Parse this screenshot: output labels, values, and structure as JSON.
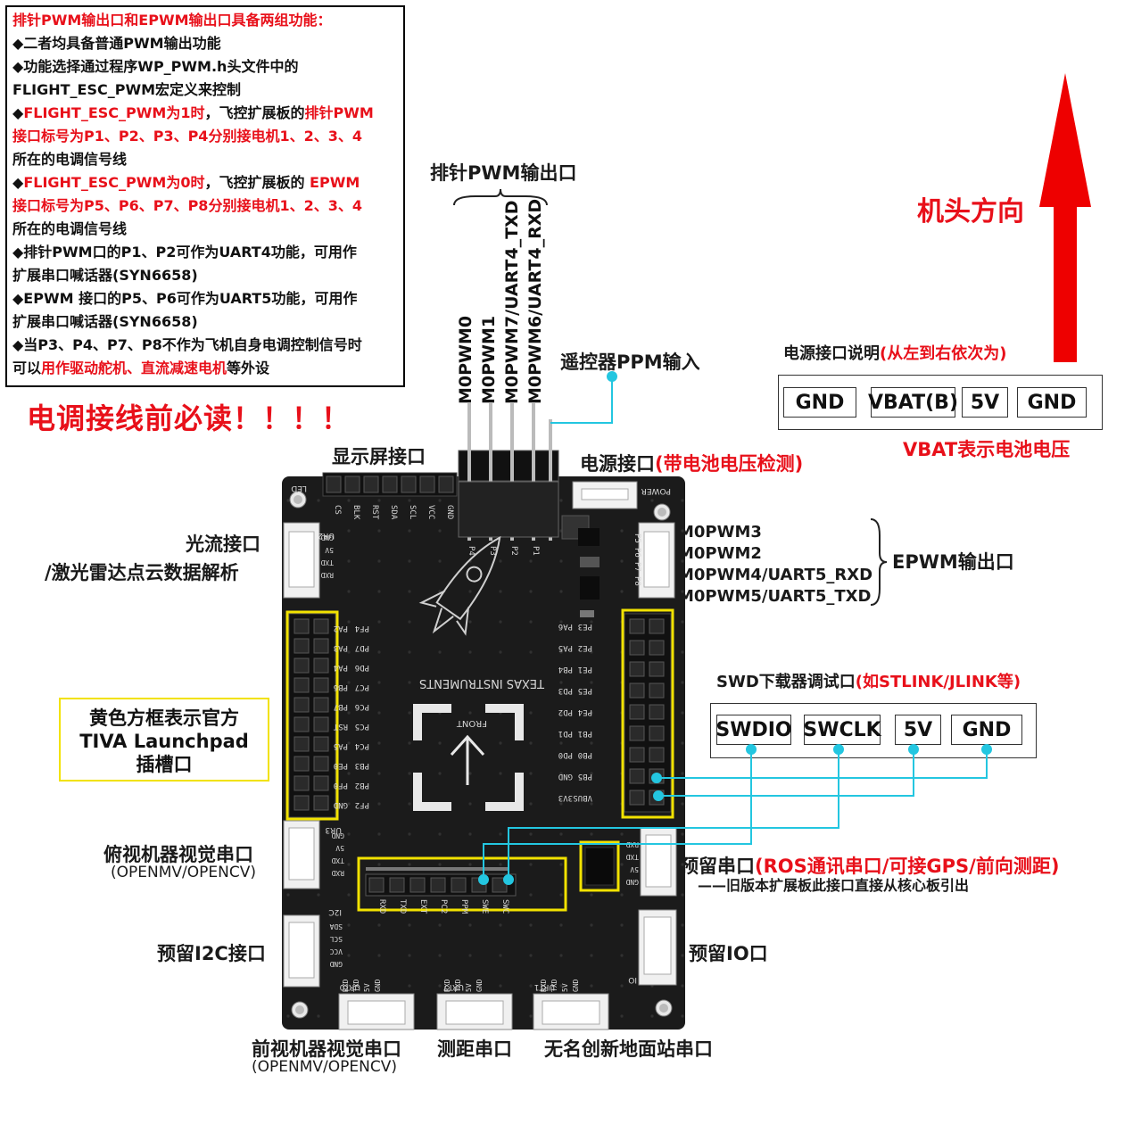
{
  "note": {
    "title": "排针PWM输出口和EPWM输出口具备两组功能：",
    "lines": [
      {
        "segs": [
          {
            "t": "◆二者均具备普通PWM输出功能",
            "r": false
          }
        ]
      },
      {
        "segs": [
          {
            "t": "◆功能选择通过程序WP_PWM.h头文件中的",
            "r": false
          }
        ]
      },
      {
        "segs": [
          {
            "t": "FLIGHT_ESC_PWM宏定义来控制",
            "r": false
          }
        ]
      },
      {
        "segs": [
          {
            "t": "◆",
            "r": false
          },
          {
            "t": "FLIGHT_ESC_PWM为1时",
            "r": true
          },
          {
            "t": "，飞控扩展板的",
            "r": false
          },
          {
            "t": "排针PWM",
            "r": true
          }
        ]
      },
      {
        "segs": [
          {
            "t": "接口标号为P1、P2、P3、P4分别接电机1、2、3、4",
            "r": true
          }
        ]
      },
      {
        "segs": [
          {
            "t": "所在的电调信号线",
            "r": false
          }
        ]
      },
      {
        "segs": [
          {
            "t": "◆",
            "r": false
          },
          {
            "t": "FLIGHT_ESC_PWM为0时",
            "r": true
          },
          {
            "t": "，飞控扩展板的 ",
            "r": false
          },
          {
            "t": "EPWM",
            "r": true
          }
        ]
      },
      {
        "segs": [
          {
            "t": "接口标号为P5、P6、P7、P8分别接电机1、2、3、4",
            "r": true
          }
        ]
      },
      {
        "segs": [
          {
            "t": "所在的电调信号线",
            "r": false
          }
        ]
      },
      {
        "segs": [
          {
            "t": "◆排针PWM口的P1、P2可作为UART4功能，可用作",
            "r": false
          }
        ]
      },
      {
        "segs": [
          {
            "t": "扩展串口喊话器(SYN6658)",
            "r": false
          }
        ]
      },
      {
        "segs": [
          {
            "t": "◆EPWM  接口的P5、P6可作为UART5功能，可用作",
            "r": false
          }
        ]
      },
      {
        "segs": [
          {
            "t": "扩展串口喊话器(SYN6658)",
            "r": false
          }
        ]
      },
      {
        "segs": [
          {
            "t": "◆当P3、P4、P7、P8不作为飞机自身电调控制信号时",
            "r": false
          }
        ]
      },
      {
        "segs": [
          {
            "t": "可以",
            "r": false
          },
          {
            "t": "用作驱动舵机、直流减速电机",
            "r": true
          },
          {
            "t": "等外设",
            "r": false
          }
        ]
      }
    ]
  },
  "warning": "电调接线前必读！！！！",
  "pin_header_title": "排针PWM输出口",
  "pin_header_labels": [
    "M0PWM0",
    "M0PWM1",
    "M0PWM7/UART4_TXD",
    "M0PWM6/UART4_RXD"
  ],
  "ppm_label": "遥控器PPM输入",
  "heading_label": "机头方向",
  "power_desc": {
    "title": "电源接口说明",
    "title_red": "(从左到右依次为)",
    "pins": [
      "GND",
      "VBAT(B)",
      "5V",
      "GND"
    ],
    "vbat_note": "VBAT表示电池电压"
  },
  "display_label": "显示屏接口",
  "power_label": "电源接口",
  "power_label_red": "(带电池电压检测)",
  "optical_flow": [
    "光流接口",
    "/激光雷达点云数据解析"
  ],
  "epwm_lines": [
    "M0PWM3",
    "M0PWM2",
    "M0PWM4/UART5_RXD",
    "M0PWM5/UART5_TXD"
  ],
  "epwm_title": "EPWM输出口",
  "swd": {
    "title": "SWD下载器调试口",
    "title_red": "(如STLINK/JLINK等)",
    "pins": [
      "SWDIO",
      "SWCLK",
      "5V",
      "GND"
    ]
  },
  "yellow_note": [
    "黄色方框表示官方",
    "TIVA Launchpad",
    "插槽口"
  ],
  "top_view_uart": [
    "俯视机器视觉串口",
    "(OPENMV/OPENCV)"
  ],
  "reserved_uart": {
    "a": "预留串口",
    "b": "(ROS通讯串口/可接GPS/前向测距)",
    "c": "——旧版本扩展板此接口直接从核心板引出"
  },
  "reserved_i2c": "预留I2C接口",
  "reserved_io": "预留IO口",
  "front_view_uart": [
    "前视机器视觉串口",
    "(OPENMV/OPENCV)"
  ],
  "range_uart": "测距串口",
  "ground_uart": "无名创新地面站串口",
  "board": {
    "brand": "TEXAS INSTRUMENTS",
    "front": "FRONT",
    "left_pins": [
      "PF4",
      "PA2",
      "PD7",
      "PA3",
      "PD6",
      "PA4",
      "PC7",
      "PB6",
      "PC6",
      "PB7",
      "PC5",
      "RST",
      "PC4",
      "PA5",
      "PB3",
      "PE0",
      "PB2",
      "PF0",
      "PF2",
      "GND"
    ],
    "right_pins": [
      "PE3",
      "PA6",
      "PE2",
      "PA5",
      "PE1",
      "PB4",
      "PE5",
      "PD3",
      "PE4",
      "PD2",
      "PB1",
      "PD1",
      "PB0",
      "PD0",
      "PB5",
      "GND",
      "VBUS",
      "3V3"
    ],
    "top_pins": [
      "CS",
      "BLK",
      "RST",
      "SDA",
      "SCL",
      "VCC",
      "GND"
    ],
    "bottom_pins": [
      "RXD",
      "TXD",
      "EXT",
      "PC2",
      "PPM",
      "SWE",
      "SWC"
    ],
    "pwm_pins": [
      "P4",
      "P3",
      "P2",
      "P1"
    ],
    "epwm_pins": [
      "P5",
      "P6",
      "P7",
      "P8"
    ],
    "connector_pins": [
      "RXD",
      "TXD",
      "5V",
      "GND"
    ],
    "i2c_pins": [
      "SDA",
      "SCL",
      "VCC",
      "GND"
    ],
    "small": {
      "led": "LED",
      "power": "POWER",
      "ur2": "UR2",
      "ur3": "UR3",
      "ur0": "URT0",
      "ur7": "URT7",
      "ur1": "URT1",
      "i2c": "I2C",
      "io": "IO"
    }
  },
  "colors": {
    "red": "#e8101a",
    "yellow": "#f2e200",
    "cyan": "#23c6e0",
    "board": "#1b1b1b"
  }
}
